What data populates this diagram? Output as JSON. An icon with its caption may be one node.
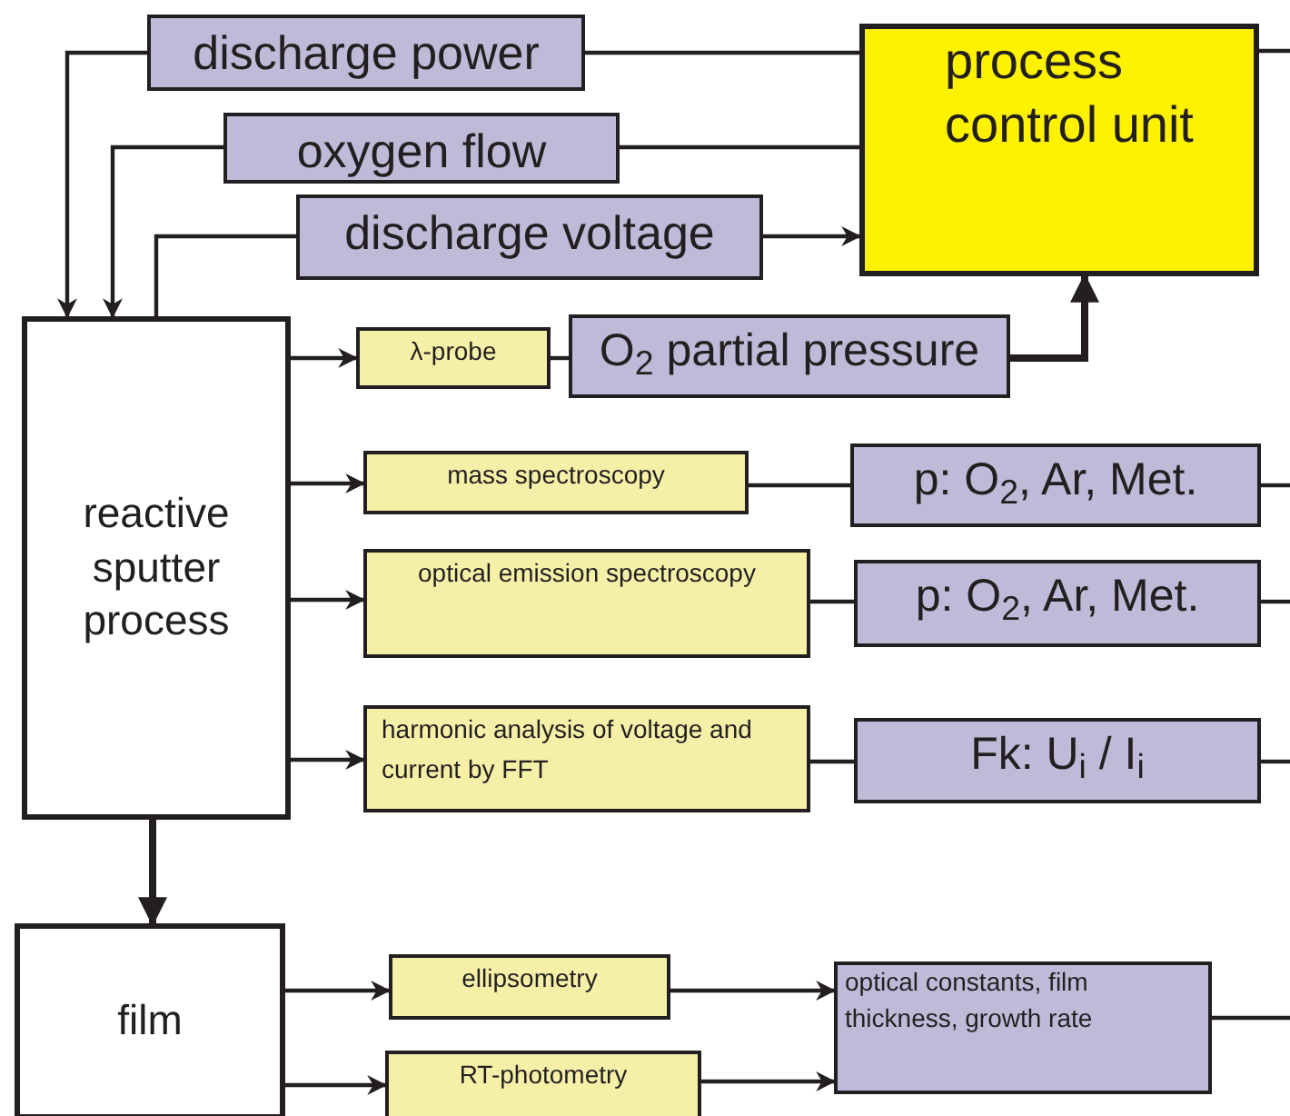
{
  "diagram": {
    "nodes": [
      {
        "text": [
          "discharge power"
        ]
      },
      {
        "text": [
          "oxygen flow"
        ]
      },
      {
        "text": [
          "discharge voltage"
        ]
      },
      {
        "text": [
          "process control unit"
        ]
      },
      {
        "text": [
          "reactive sputter process"
        ]
      },
      {
        "text": [
          "λ-probe"
        ]
      },
      {
        "text": [
          "O$_{2}$ partial pressure"
        ]
      },
      {
        "text": [
          "mass spectroscopy"
        ]
      },
      {
        "text": [
          "p: O$_{2}$, Ar, Met."
        ]
      },
      {
        "text": [
          "optical emission spectroscopy"
        ]
      },
      {
        "text": [
          "p: O$_{2}$, Ar, Met."
        ]
      },
      {
        "text": [
          "harmonic analysis of voltage and current by FFT"
        ]
      },
      {
        "text": [
          "Fk: U$_{i}$ / I$_{i}$"
        ]
      },
      {
        "text": [
          "film"
        ]
      },
      {
        "text": [
          "ellipsometry"
        ]
      },
      {
        "text": [
          "RT-photometry"
        ]
      },
      {
        "text": [
          "optical constants, film thickness, growth rate"
        ]
      }
    ],
    "edges": [
      {
        "from": 0,
        "to": 4,
        "arrow": "to"
      },
      {
        "from": 1,
        "to": 4,
        "arrow": "to"
      },
      {
        "from": 4,
        "to": 2,
        "arrow": "none"
      },
      {
        "from": 2,
        "to": 3,
        "arrow": "to"
      },
      {
        "from": 0,
        "to": 3,
        "arrow": "none"
      },
      {
        "from": 1,
        "to": 3,
        "arrow": "none"
      },
      {
        "from": 3,
        "to": null,
        "arrow": "none"
      },
      {
        "from": 4,
        "to": 5,
        "arrow": "to"
      },
      {
        "from": 5,
        "to": 6,
        "arrow": "none"
      },
      {
        "from": 6,
        "to": 3,
        "arrow": "to",
        "style": "thick"
      },
      {
        "from": 4,
        "to": 7,
        "arrow": "to"
      },
      {
        "from": 7,
        "to": 8,
        "arrow": "none"
      },
      {
        "from": 8,
        "to": null,
        "arrow": "none"
      },
      {
        "from": 4,
        "to": 9,
        "arrow": "to"
      },
      {
        "from": 9,
        "to": 10,
        "arrow": "none"
      },
      {
        "from": 10,
        "to": null,
        "arrow": "none"
      },
      {
        "from": 4,
        "to": 11,
        "arrow": "to"
      },
      {
        "from": 11,
        "to": 12,
        "arrow": "none"
      },
      {
        "from": 12,
        "to": null,
        "arrow": "none"
      },
      {
        "from": 4,
        "to": 13,
        "arrow": "to",
        "style": "thick"
      },
      {
        "from": 13,
        "to": 14,
        "arrow": "to"
      },
      {
        "from": 13,
        "to": 15,
        "arrow": "to"
      },
      {
        "from": 14,
        "to": 16,
        "arrow": "to"
      },
      {
        "from": 15,
        "to": 16,
        "arrow": "to"
      },
      {
        "from": 16,
        "to": null,
        "arrow": "none"
      }
    ]
  }
}
